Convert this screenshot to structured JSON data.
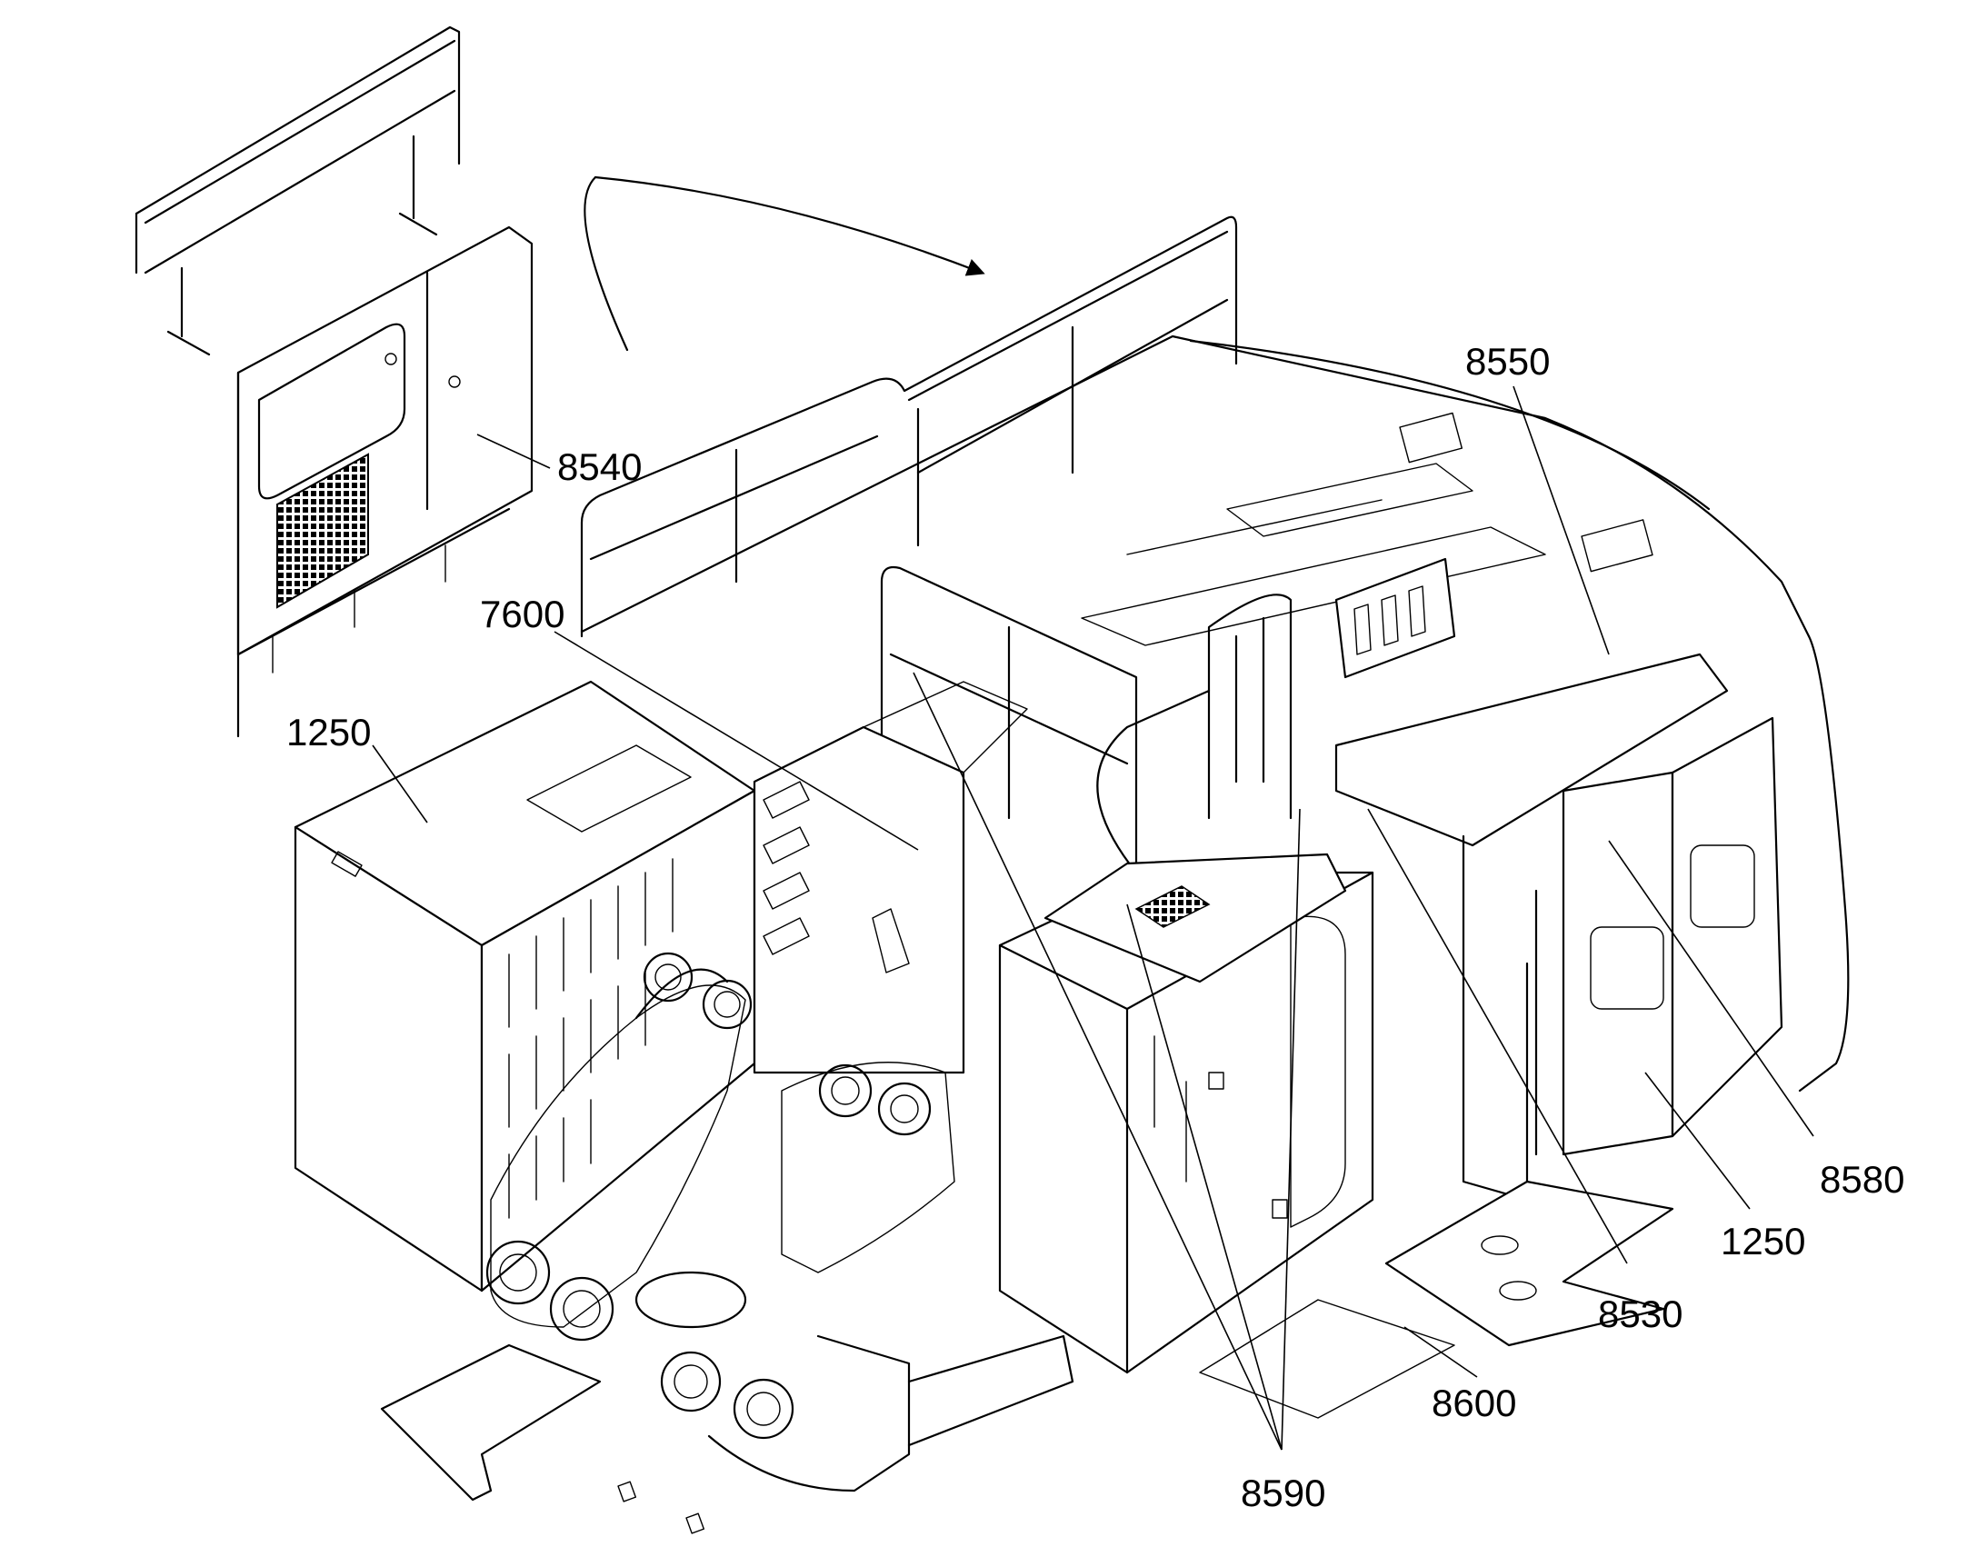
{
  "callouts": {
    "c8540": "8540",
    "c7600": "7600",
    "c1250_left": "1250",
    "c8550": "8550",
    "c8580": "8580",
    "c1250_right": "1250",
    "c8530": "8530",
    "c8600": "8600",
    "c8590": "8590"
  },
  "colors": {
    "line": "#000000",
    "background": "#ffffff"
  }
}
